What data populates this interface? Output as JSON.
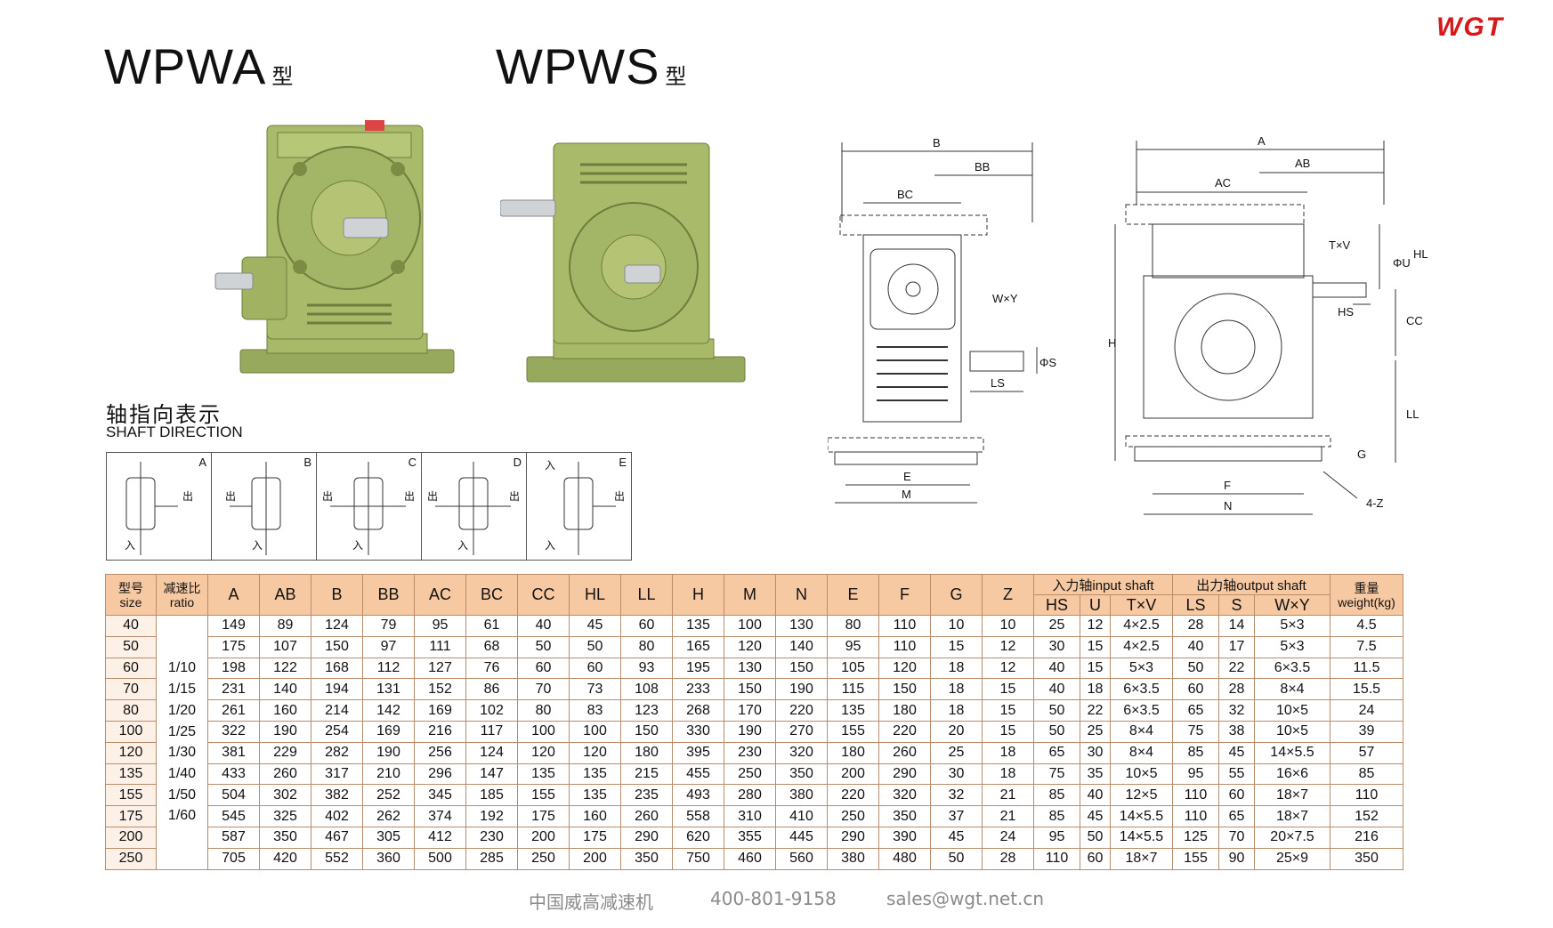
{
  "brand": "WGT",
  "models": [
    {
      "name": "WPWA",
      "suffix": "型"
    },
    {
      "name": "WPWS",
      "suffix": "型"
    }
  ],
  "shaft_direction": {
    "title_cn": "轴指向表示",
    "title_en": "SHAFT DIRECTION",
    "in_label": "入",
    "out_label": "出",
    "options": [
      "A",
      "B",
      "C",
      "D",
      "E"
    ]
  },
  "drawing_labels": {
    "side": [
      "B",
      "BB",
      "BC",
      "W×Y",
      "ΦS",
      "LS",
      "E",
      "M"
    ],
    "front": [
      "A",
      "AB",
      "AC",
      "T×V",
      "ΦU",
      "HL",
      "HS",
      "CC",
      "H",
      "LL",
      "G",
      "F",
      "N",
      "4-Z"
    ]
  },
  "table": {
    "header": {
      "size_cn": "型号",
      "size_en": "size",
      "ratio_cn": "减速比",
      "ratio_en": "ratio",
      "columns": [
        "A",
        "AB",
        "B",
        "BB",
        "AC",
        "BC",
        "CC",
        "HL",
        "LL",
        "H",
        "M",
        "N",
        "E",
        "F",
        "G",
        "Z"
      ],
      "input_group": "入力轴input shaft",
      "input_cols": [
        "HS",
        "U",
        "T×V"
      ],
      "output_group": "出力轴output shaft",
      "output_cols": [
        "LS",
        "S",
        "W×Y"
      ],
      "weight_cn": "重量",
      "weight_en": "weight(kg)"
    },
    "ratios": [
      "1/10",
      "1/15",
      "1/20",
      "1/25",
      "1/30",
      "1/40",
      "1/50",
      "1/60"
    ],
    "rows": [
      [
        "40",
        "149",
        "89",
        "124",
        "79",
        "95",
        "61",
        "40",
        "45",
        "60",
        "135",
        "100",
        "130",
        "80",
        "110",
        "10",
        "10",
        "25",
        "12",
        "4×2.5",
        "28",
        "14",
        "5×3",
        "4.5"
      ],
      [
        "50",
        "175",
        "107",
        "150",
        "97",
        "111",
        "68",
        "50",
        "50",
        "80",
        "165",
        "120",
        "140",
        "95",
        "110",
        "15",
        "12",
        "30",
        "15",
        "4×2.5",
        "40",
        "17",
        "5×3",
        "7.5"
      ],
      [
        "60",
        "198",
        "122",
        "168",
        "112",
        "127",
        "76",
        "60",
        "60",
        "93",
        "195",
        "130",
        "150",
        "105",
        "120",
        "18",
        "12",
        "40",
        "15",
        "5×3",
        "50",
        "22",
        "6×3.5",
        "11.5"
      ],
      [
        "70",
        "231",
        "140",
        "194",
        "131",
        "152",
        "86",
        "70",
        "73",
        "108",
        "233",
        "150",
        "190",
        "115",
        "150",
        "18",
        "15",
        "40",
        "18",
        "6×3.5",
        "60",
        "28",
        "8×4",
        "15.5"
      ],
      [
        "80",
        "261",
        "160",
        "214",
        "142",
        "169",
        "102",
        "80",
        "83",
        "123",
        "268",
        "170",
        "220",
        "135",
        "180",
        "18",
        "15",
        "50",
        "22",
        "6×3.5",
        "65",
        "32",
        "10×5",
        "24"
      ],
      [
        "100",
        "322",
        "190",
        "254",
        "169",
        "216",
        "117",
        "100",
        "100",
        "150",
        "330",
        "190",
        "270",
        "155",
        "220",
        "20",
        "15",
        "50",
        "25",
        "8×4",
        "75",
        "38",
        "10×5",
        "39"
      ],
      [
        "120",
        "381",
        "229",
        "282",
        "190",
        "256",
        "124",
        "120",
        "120",
        "180",
        "395",
        "230",
        "320",
        "180",
        "260",
        "25",
        "18",
        "65",
        "30",
        "8×4",
        "85",
        "45",
        "14×5.5",
        "57"
      ],
      [
        "135",
        "433",
        "260",
        "317",
        "210",
        "296",
        "147",
        "135",
        "135",
        "215",
        "455",
        "250",
        "350",
        "200",
        "290",
        "30",
        "18",
        "75",
        "35",
        "10×5",
        "95",
        "55",
        "16×6",
        "85"
      ],
      [
        "155",
        "504",
        "302",
        "382",
        "252",
        "345",
        "185",
        "155",
        "135",
        "235",
        "493",
        "280",
        "380",
        "220",
        "320",
        "32",
        "21",
        "85",
        "40",
        "12×5",
        "110",
        "60",
        "18×7",
        "110"
      ],
      [
        "175",
        "545",
        "325",
        "402",
        "262",
        "374",
        "192",
        "175",
        "160",
        "260",
        "558",
        "310",
        "410",
        "250",
        "350",
        "37",
        "21",
        "85",
        "45",
        "14×5.5",
        "110",
        "65",
        "18×7",
        "152"
      ],
      [
        "200",
        "587",
        "350",
        "467",
        "305",
        "412",
        "230",
        "200",
        "175",
        "290",
        "620",
        "355",
        "445",
        "290",
        "390",
        "45",
        "24",
        "95",
        "50",
        "14×5.5",
        "125",
        "70",
        "20×7.5",
        "216"
      ],
      [
        "250",
        "705",
        "420",
        "552",
        "360",
        "500",
        "285",
        "250",
        "200",
        "350",
        "750",
        "460",
        "560",
        "380",
        "480",
        "50",
        "28",
        "110",
        "60",
        "18×7",
        "155",
        "90",
        "25×9",
        "350"
      ]
    ]
  },
  "footer": {
    "company": "中国威高减速机",
    "phone": "400-801-9158",
    "email": "sales@wgt.net.cn"
  },
  "colors": {
    "brand_red": "#d7191c",
    "header_fill": "#f7c9a3",
    "gearbox_green": "#a3b566"
  }
}
